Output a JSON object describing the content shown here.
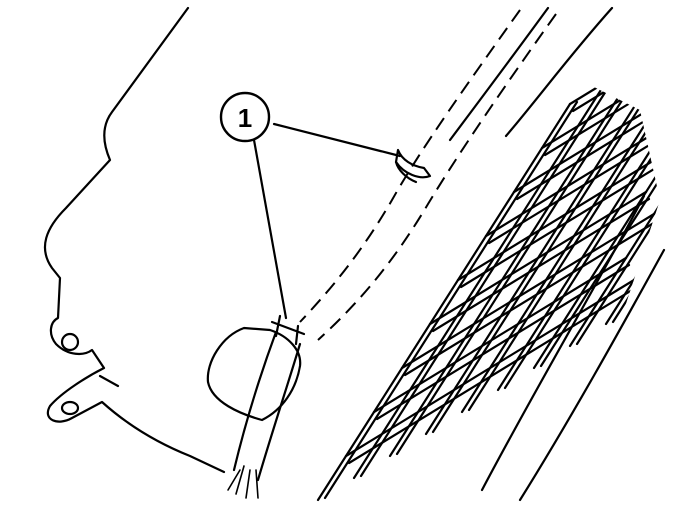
{
  "callout": {
    "label": "1"
  },
  "parts": {
    "clips": 2,
    "grille_columns": 8,
    "grille_rows": 9
  }
}
